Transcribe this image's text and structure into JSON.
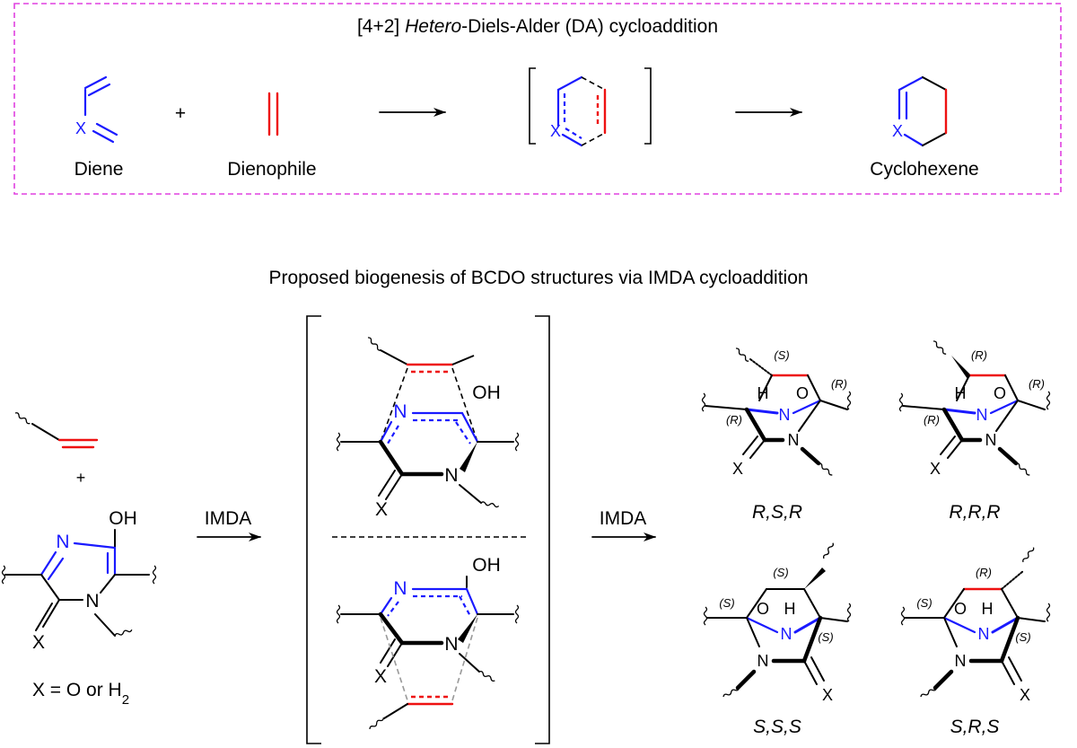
{
  "top_panel": {
    "title_prefix": "[4+2] ",
    "title_italic": "Hetero",
    "title_rest": "-Diels-Alder (DA) cycloaddition",
    "plus": "+",
    "atom_x": "X",
    "diene_label": "Diene",
    "dienophile_label": "Dienophile",
    "product_label": "Cyclohexene",
    "colors": {
      "frame": "#e040e0",
      "diene": "#1a1aff",
      "dienophile": "#ee1111"
    }
  },
  "bottom_panel": {
    "title": "Proposed biogenesis of BCDO structures via IMDA cycloaddition",
    "plus": "+",
    "arrow_label_1": "IMDA",
    "arrow_label_2": "IMDA",
    "atom_n": "N",
    "atom_oh": "OH",
    "atom_x": "X",
    "atom_h": "H",
    "atom_o": "O",
    "x_definition_prefix": "X = O or H",
    "x_definition_subscript": "2",
    "products": [
      {
        "label": "R,S,R",
        "stereo": [
          "(S)",
          "(R)",
          "(R)"
        ]
      },
      {
        "label": "R,R,R",
        "stereo": [
          "(R)",
          "(R)",
          "(R)"
        ]
      },
      {
        "label": "S,S,S",
        "stereo": [
          "(S)",
          "(S)",
          "(S)"
        ]
      },
      {
        "label": "S,R,S",
        "stereo": [
          "(R)",
          "(S)",
          "(S)"
        ]
      }
    ]
  }
}
